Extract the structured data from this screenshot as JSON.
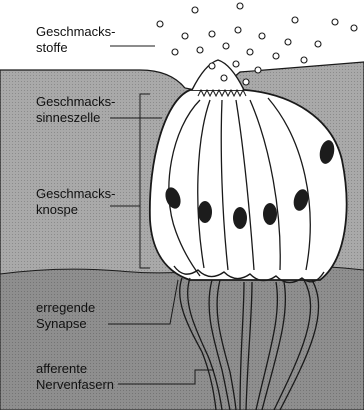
{
  "labels": {
    "taste_substances": [
      "Geschmacks-",
      "stoffe"
    ],
    "taste_cell": [
      "Geschmacks-",
      "sinneszelle"
    ],
    "taste_bud": [
      "Geschmacks-",
      "knospe"
    ],
    "synapse": [
      "erregende",
      "Synapse"
    ],
    "nerve_fibers": [
      "afferente",
      "Nervenfasern"
    ]
  },
  "colors": {
    "tissue": "#a9a9a9",
    "dermis": "#8e8e8e",
    "cell_fill": "#ffffff",
    "nucleus": "#1c1c1c",
    "outline": "#1a1a1a"
  }
}
